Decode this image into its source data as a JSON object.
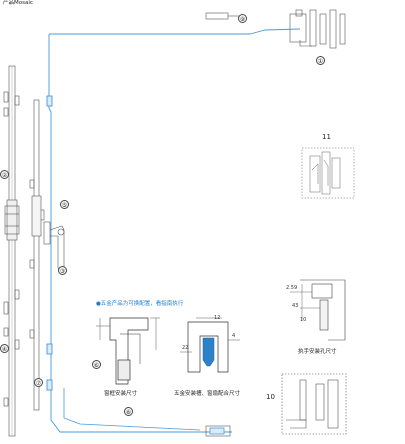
{
  "header": {
    "corner_text": "产品Mosaic"
  },
  "callouts": {
    "c1": "①",
    "c2": "②",
    "c3": "③",
    "c4": "④",
    "c5": "⑤",
    "c6": "⑥",
    "c7": "⑦",
    "c8": "⑧",
    "c9": "⑨",
    "c10": "10",
    "c11": "11"
  },
  "notes": {
    "blue_note": "●五金产品为可换配置，看指南执行"
  },
  "captions": {
    "window_section": "窗框安装尺寸",
    "hardware_section": "五金安装槽、窗扇配合尺寸",
    "handle_section": "执手安装孔尺寸"
  },
  "dimensions": {
    "d1": "12",
    "d2": "22",
    "d3": "4",
    "d4": "2.59",
    "d5": "43",
    "d6": "10"
  }
}
